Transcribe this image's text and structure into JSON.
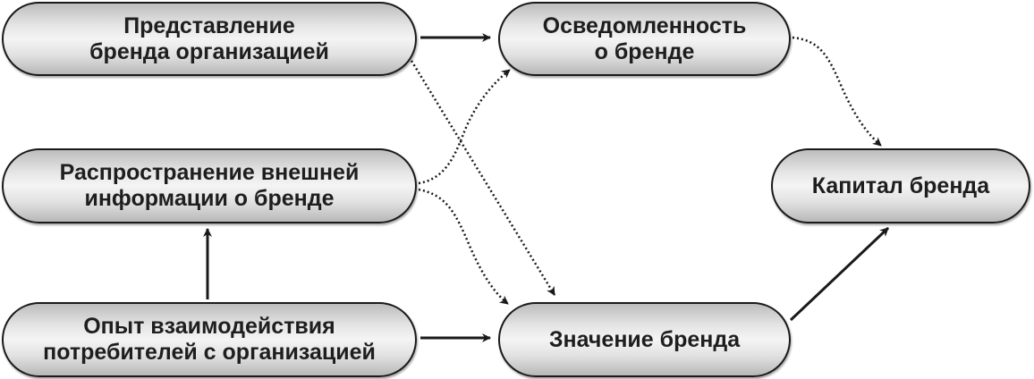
{
  "nodes": {
    "brand_representation": {
      "lines": [
        "Представление",
        "бренда организацией"
      ]
    },
    "brand_awareness": {
      "lines": [
        "Осведомленность",
        "о бренде"
      ]
    },
    "external_info": {
      "lines": [
        "Распространение внешней",
        "информации о бренде"
      ]
    },
    "brand_equity": {
      "lines": [
        "Капитал бренда"
      ]
    },
    "consumer_experience": {
      "lines": [
        "Опыт взаимодействия",
        "потребителей с организацией"
      ]
    },
    "brand_meaning": {
      "lines": [
        "Значение бренда"
      ]
    }
  },
  "colors": {
    "stroke": "#1a1a1a",
    "fill_light": "#f4f4f4",
    "fill_dark": "#b8b8b8"
  }
}
